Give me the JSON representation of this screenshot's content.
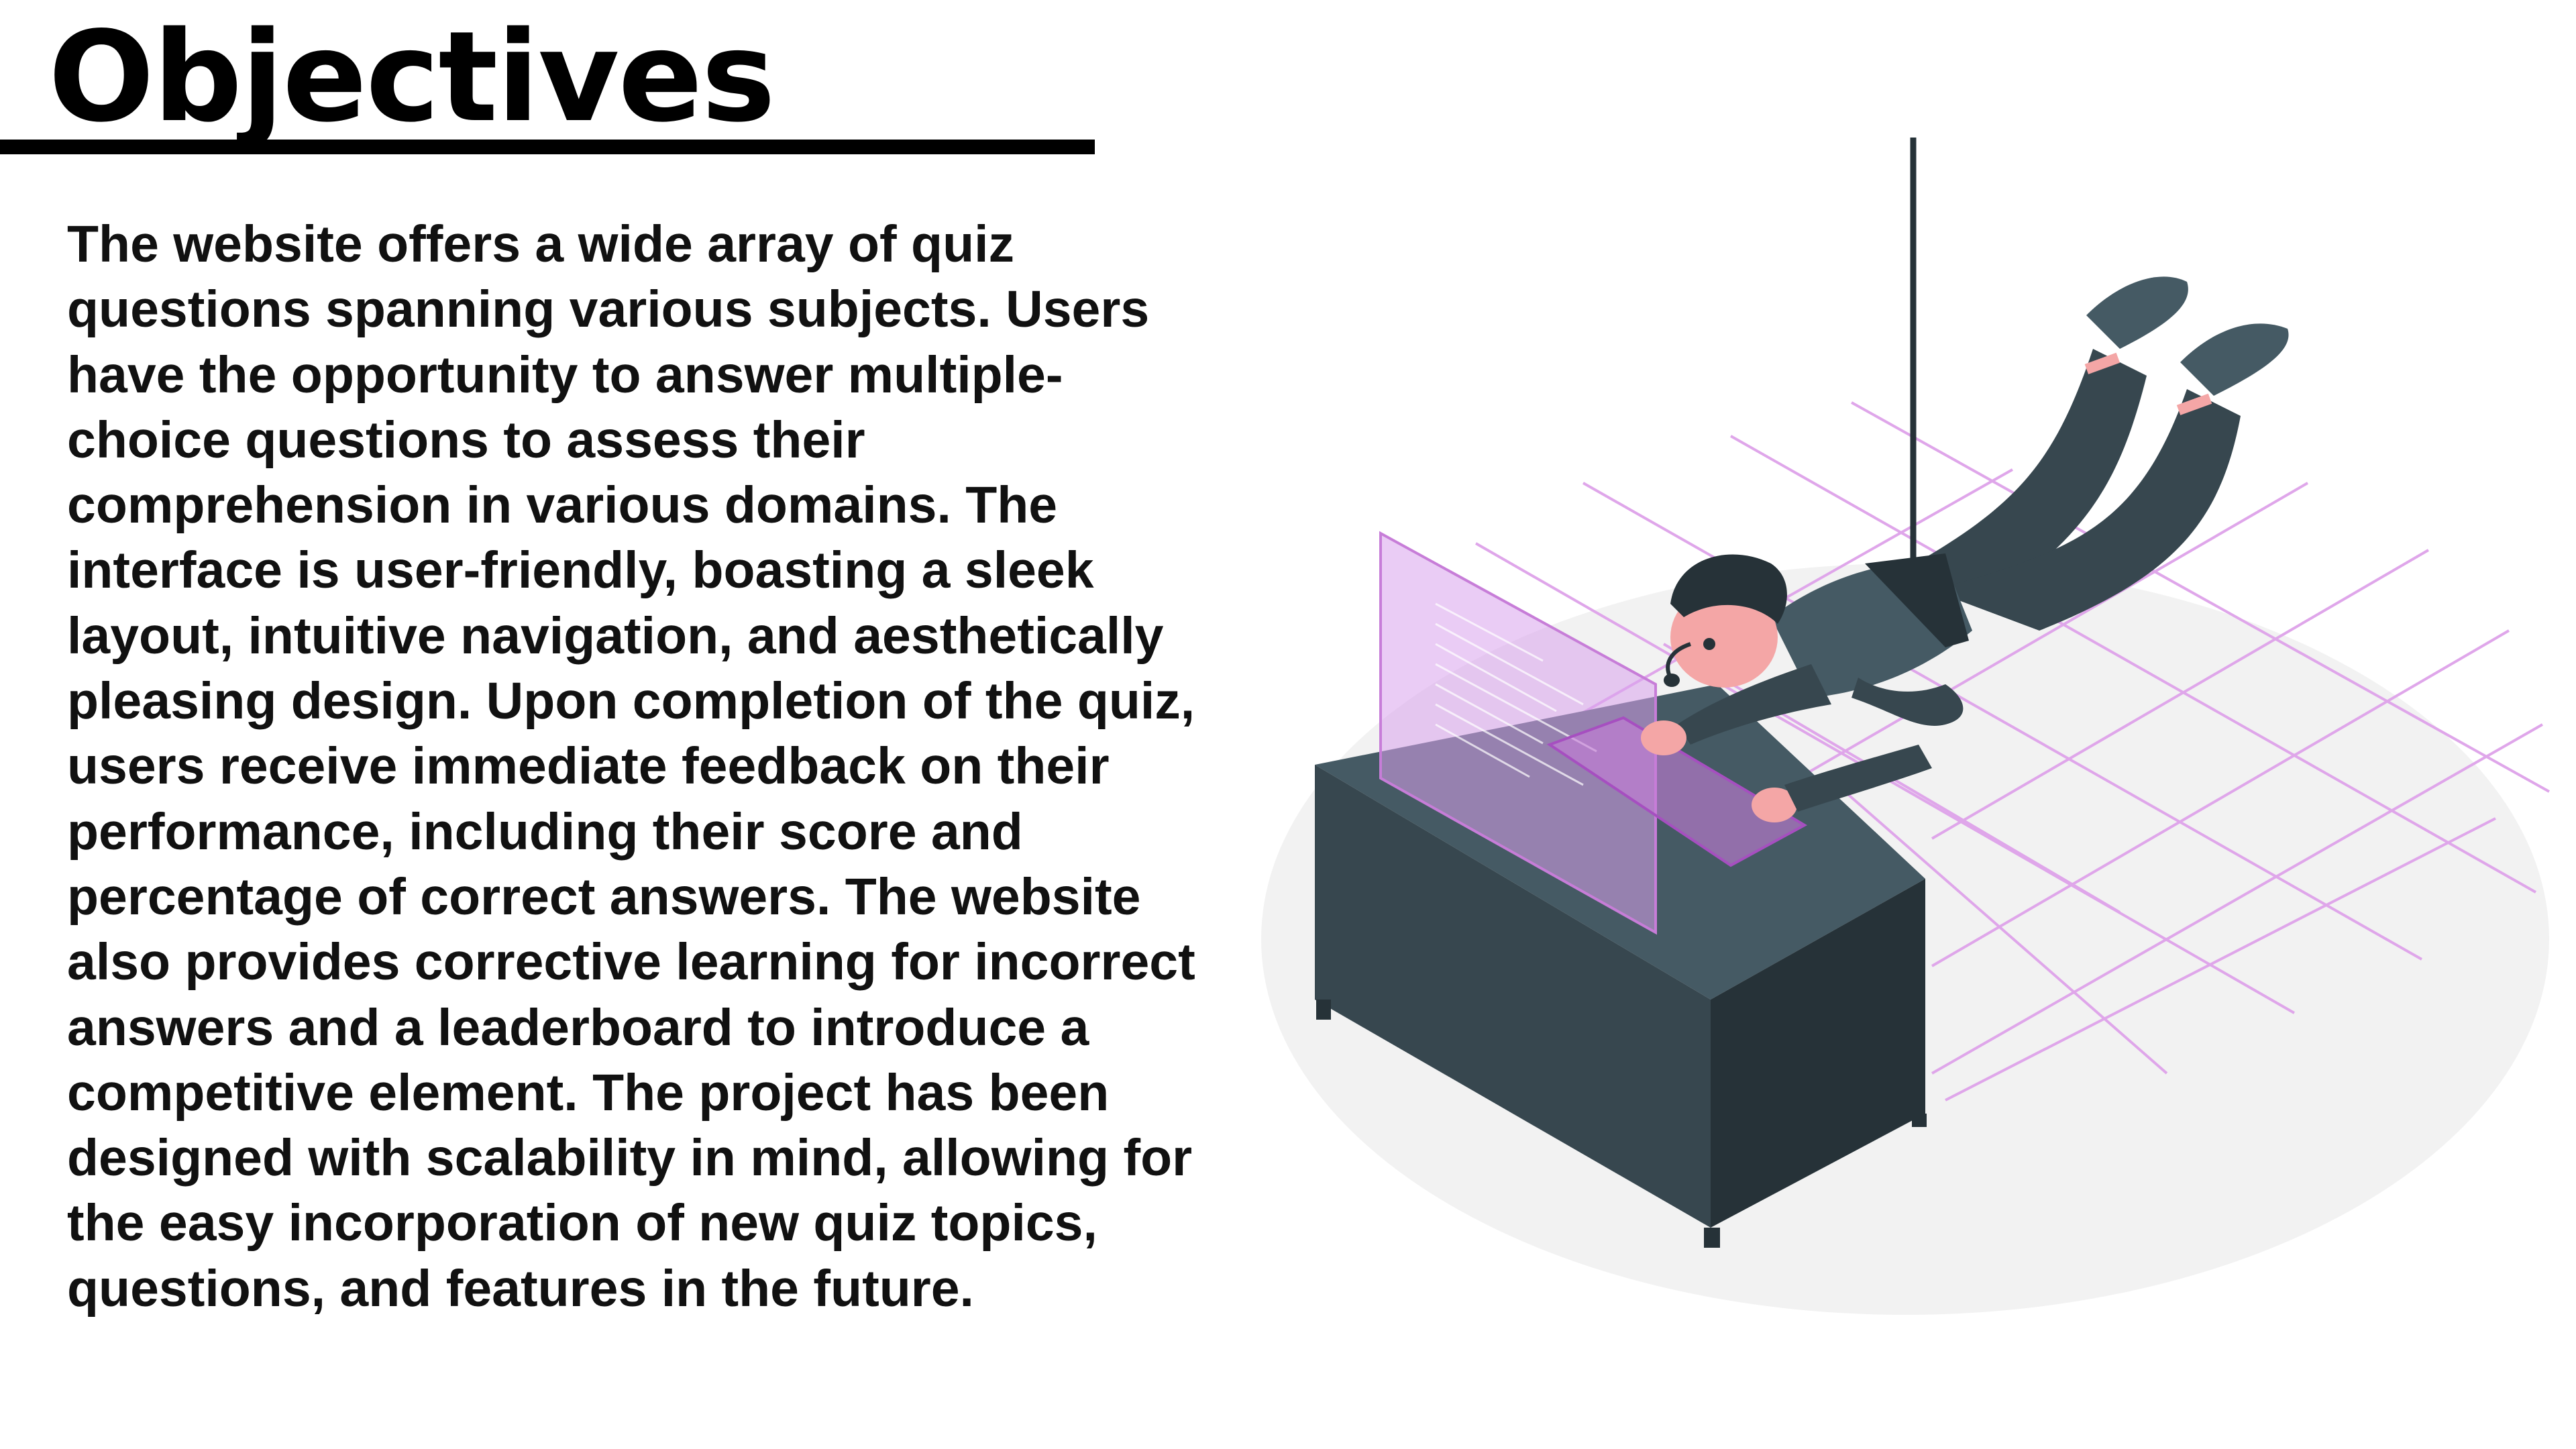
{
  "slide": {
    "title": "Objectives",
    "body_lines": [
      "The website offers a wide array of quiz",
      "questions spanning various subjects. Users",
      "have the opportunity to answer multiple-",
      "choice questions to assess their",
      "comprehension in various domains. The",
      "interface is user-friendly, boasting a sleek",
      "layout, intuitive navigation, and aesthetically",
      "pleasing design. Upon completion of the quiz,",
      "users receive immediate feedback on their",
      "performance, including their score and",
      "percentage of correct answers. The website",
      "also provides corrective learning for incorrect",
      "answers and a leaderboard to introduce a",
      "competitive element. The project has been",
      "designed with scalability in mind, allowing for",
      "the easy incorporation of new quiz topics,",
      "questions, and features in the future."
    ]
  },
  "illustration": {
    "icon": "person-coding-at-desk-illustration",
    "colors": {
      "dark": "#37474f",
      "darker": "#263238",
      "skin": "#f4a6a6",
      "accent": "#c77dd8",
      "floor": "#f2f2f2"
    }
  }
}
